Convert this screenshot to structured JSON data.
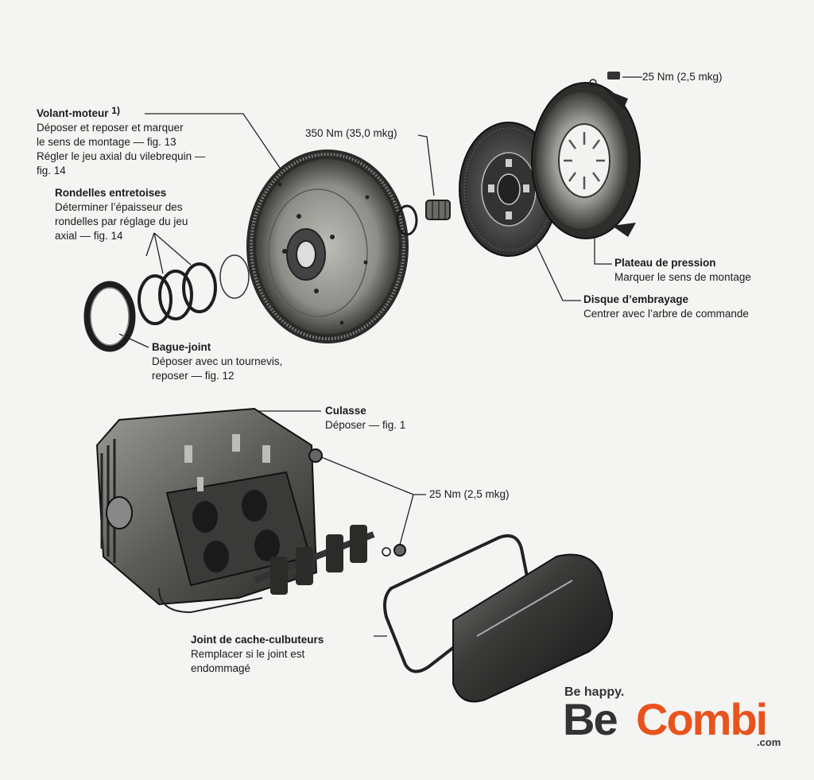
{
  "labels": {
    "volant": {
      "title": "Volant-moteur",
      "sup": "1)",
      "lines": [
        "Déposer et reposer et marquer",
        "le sens de montage — fig. 13",
        "Régler le jeu axial du vilebrequin —",
        "fig. 14"
      ]
    },
    "rondelles": {
      "title": "Rondelles entretoises",
      "lines": [
        "Déterminer l’épaisseur des",
        "rondelles par réglage du jeu",
        "axial — fig. 14"
      ]
    },
    "bague": {
      "title": "Bague-joint",
      "lines": [
        "Déposer avec un tournevis,",
        "reposer — fig. 12"
      ]
    },
    "torque_350": "350 Nm (35,0 mkg)",
    "torque_25_top": "25 Nm (2,5 mkg)",
    "plateau": {
      "title": "Plateau de pression",
      "lines": [
        "Marquer le sens de montage"
      ]
    },
    "disque": {
      "title": "Disque d’embrayage",
      "lines": [
        "Centrer avec l’arbre de commande"
      ]
    },
    "culasse": {
      "title": "Culasse",
      "lines": [
        "Déposer — fig. 1"
      ]
    },
    "torque_25_mid": "25 Nm (2,5 mkg)",
    "joint": {
      "title": "Joint de cache-culbuteurs",
      "lines": [
        "Remplacer si le joint est",
        "endommagé"
      ]
    }
  },
  "logo": {
    "tagline": "Be happy.",
    "be": "Be",
    "combi": "Combi",
    "domain": ".com",
    "colors": {
      "dark": "#333333",
      "orange": "#e8531d"
    }
  }
}
